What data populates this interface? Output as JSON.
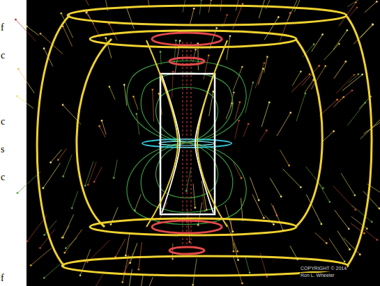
{
  "diagram": {
    "labels": [
      "f",
      "c",
      "c",
      "s",
      "c",
      "f",
      "COPYRIGHT © 2014",
      "Ron L. Wheeler"
    ]
  }
}
